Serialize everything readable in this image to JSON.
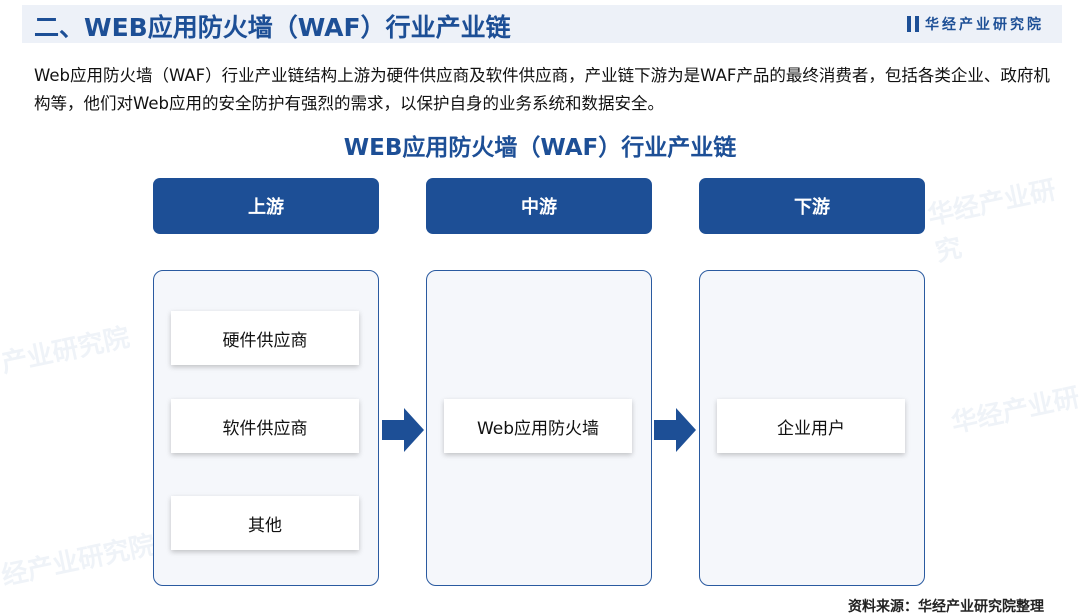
{
  "header": {
    "title": "二、WEB应用防火墙（WAF）行业产业链",
    "logo": "华经产业研究院"
  },
  "intro": "Web应用防火墙（WAF）行业产业链结构上游为硬件供应商及软件供应商，产业链下游为是WAF产品的最终消费者，包括各类企业、政府机构等，他们对Web应用的安全防护有强烈的需求，以保护自身的业务系统和数据安全。",
  "diagram": {
    "title": "WEB应用防火墙（WAF）行业产业链",
    "columns": [
      {
        "label": "上游",
        "items": [
          "硬件供应商",
          "软件供应商",
          "其他"
        ]
      },
      {
        "label": "中游",
        "items": [
          "Web应用防火墙"
        ]
      },
      {
        "label": "下游",
        "items": [
          "企业用户"
        ]
      }
    ]
  },
  "source": "资料来源：华经产业研究院整理",
  "colors": {
    "primary": "#1d4f96"
  }
}
